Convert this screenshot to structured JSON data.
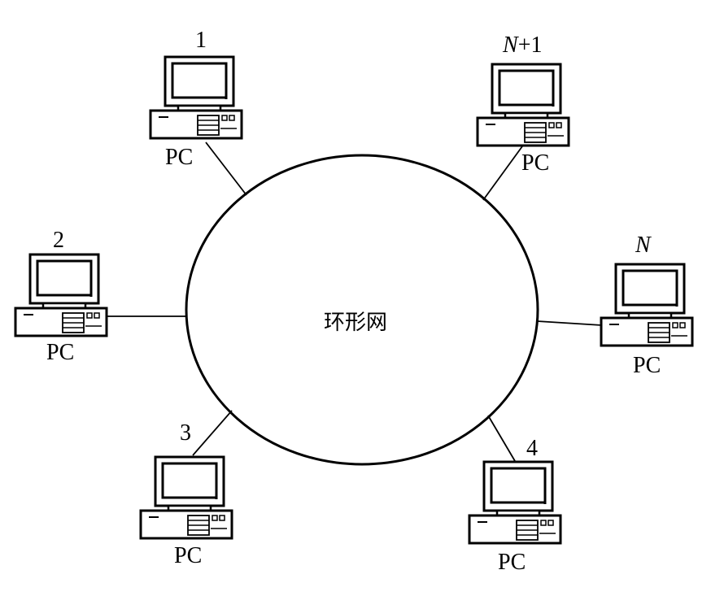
{
  "center": {
    "label": "环形网"
  },
  "nodes": [
    {
      "id": "n1",
      "number": "1",
      "pc_label": "PC"
    },
    {
      "id": "nN1",
      "number_italic": "N",
      "number_rest": "+1",
      "pc_label": "PC"
    },
    {
      "id": "n2",
      "number": "2",
      "pc_label": "PC"
    },
    {
      "id": "nN",
      "number_italic": "N",
      "number_rest": "",
      "pc_label": "PC"
    },
    {
      "id": "n3",
      "number": "3",
      "pc_label": "PC"
    },
    {
      "id": "n4",
      "number": "4",
      "pc_label": "PC"
    }
  ],
  "colors": {
    "stroke": "#000000",
    "background": "#ffffff"
  },
  "icons": {
    "node": "computer-icon"
  }
}
